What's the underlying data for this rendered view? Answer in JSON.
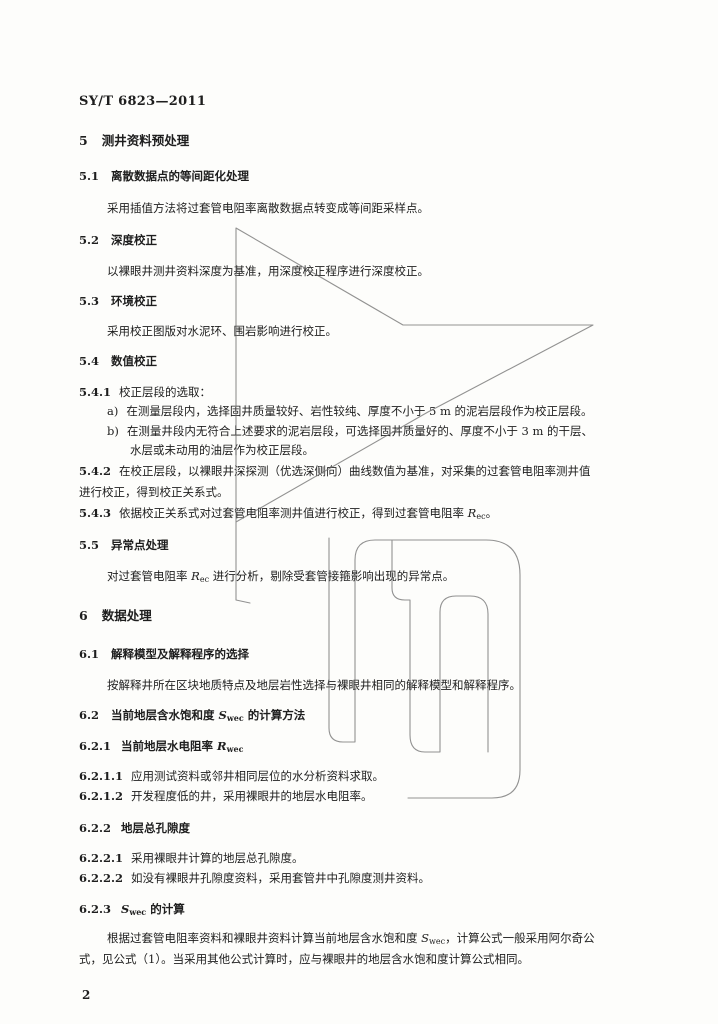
{
  "header": {
    "standard_id": "SY/T  6823—2011"
  },
  "sections": {
    "s5": {
      "num": "5",
      "title": "测井资料预处理"
    },
    "s5_1": {
      "num": "5.1",
      "title": "离散数据点的等间距化处理",
      "text": "采用插值方法将过套管电阻率离散数据点转变成等间距采样点。"
    },
    "s5_2": {
      "num": "5.2",
      "title": "深度校正",
      "text": "以裸眼井测井资料深度为基准，用深度校正程序进行深度校正。"
    },
    "s5_3": {
      "num": "5.3",
      "title": "环境校正",
      "text": "采用校正图版对水泥环、围岩影响进行校正。"
    },
    "s5_4": {
      "num": "5.4",
      "title": "数值校正"
    },
    "s5_4_1": {
      "num": "5.4.1",
      "text": "校正层段的选取：",
      "item_a_label": "a)",
      "item_a": "在测量层段内，选择固井质量较好、岩性较纯、厚度不小于 5 m 的泥岩层段作为校正层段。",
      "item_b_label": "b)",
      "item_b_line1": "在测量井段内无符合上述要求的泥岩层段，可选择固井质量好的、厚度不小于 3 m 的干层、",
      "item_b_line2": "水层或未动用的油层作为校正层段。"
    },
    "s5_4_2": {
      "num": "5.4.2",
      "line1": "在校正层段，以裸眼井深探测（优选深侧向）曲线数值为基准，对采集的过套管电阻率测井值",
      "line2": "进行校正，得到校正关系式。"
    },
    "s5_4_3": {
      "num": "5.4.3",
      "text": "依据校正关系式对过套管电阻率测井值进行校正，得到过套管电阻率 ",
      "var": "R",
      "var_sub": "ec",
      "end": "。"
    },
    "s5_5": {
      "num": "5.5",
      "title": "异常点处理",
      "text_pre": "对过套管电阻率 ",
      "var": "R",
      "var_sub": "ec",
      "text_post": " 进行分析，剔除受套管接箍影响出现的异常点。"
    },
    "s6": {
      "num": "6",
      "title": "数据处理"
    },
    "s6_1": {
      "num": "6.1",
      "title": "解释模型及解释程序的选择",
      "text": "按解释井所在区块地质特点及地层岩性选择与裸眼井相同的解释模型和解释程序。"
    },
    "s6_2": {
      "num": "6.2",
      "title_pre": "当前地层含水饱和度 ",
      "var": "S",
      "var_sub": "wec",
      "title_post": " 的计算方法"
    },
    "s6_2_1": {
      "num": "6.2.1",
      "title_pre": "当前地层水电阻率 ",
      "var": "R",
      "var_sub": "wec"
    },
    "s6_2_1_1": {
      "num": "6.2.1.1",
      "text": "应用测试资料或邻井相同层位的水分析资料求取。"
    },
    "s6_2_1_2": {
      "num": "6.2.1.2",
      "text": "开发程度低的井，采用裸眼井的地层水电阻率。"
    },
    "s6_2_2": {
      "num": "6.2.2",
      "title": "地层总孔隙度"
    },
    "s6_2_2_1": {
      "num": "6.2.2.1",
      "text": "采用裸眼井计算的地层总孔隙度。"
    },
    "s6_2_2_2": {
      "num": "6.2.2.2",
      "text": "如没有裸眼井孔隙度资料，采用套管井中孔隙度测井资料。"
    },
    "s6_2_3": {
      "num": "6.2.3",
      "var": "S",
      "var_sub": "wec",
      "title_post": " 的计算",
      "p1_pre": "根据过套管电阻率资料和裸眼井资料计算当前地层含水饱和度 ",
      "p1_var": "S",
      "p1_var_sub": "wec",
      "p1_post": "，计算公式一般采用阿尔奇公",
      "p2": "式，见公式（1）。当采用其他公式计算时，应与裸眼井的地层含水饱和度计算公式相同。"
    }
  },
  "footer": {
    "page_number": "2"
  },
  "colors": {
    "ink": "#1e1e1e",
    "watermark": "#6e6e6e",
    "paper": "#fdfdfb"
  }
}
